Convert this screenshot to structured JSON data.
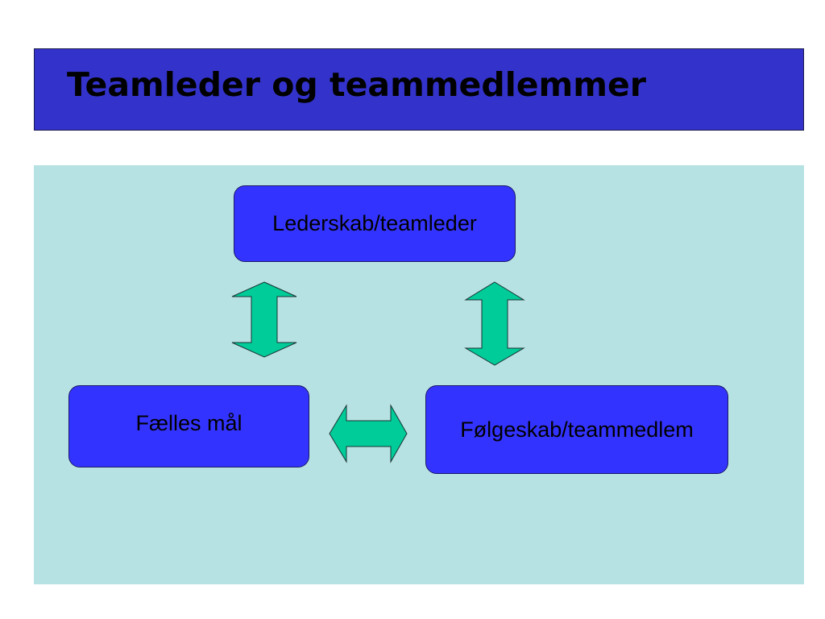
{
  "slide": {
    "title": "Teamleder og teammedlemmer"
  },
  "diagram": {
    "nodes": {
      "leadership": "Lederskab/teamleder",
      "shared_goal": "Fælles mål",
      "followership": "Følgeskab/teammedlem"
    },
    "connections": [
      {
        "from": "leadership",
        "to": "shared_goal",
        "type": "double-arrow"
      },
      {
        "from": "leadership",
        "to": "followership",
        "type": "double-arrow"
      },
      {
        "from": "shared_goal",
        "to": "followership",
        "type": "double-arrow"
      }
    ]
  },
  "colors": {
    "title_bar": "#3333cc",
    "panel": "#b7e2e4",
    "node_fill": "#3333ff",
    "arrow_fill": "#00cc99"
  }
}
